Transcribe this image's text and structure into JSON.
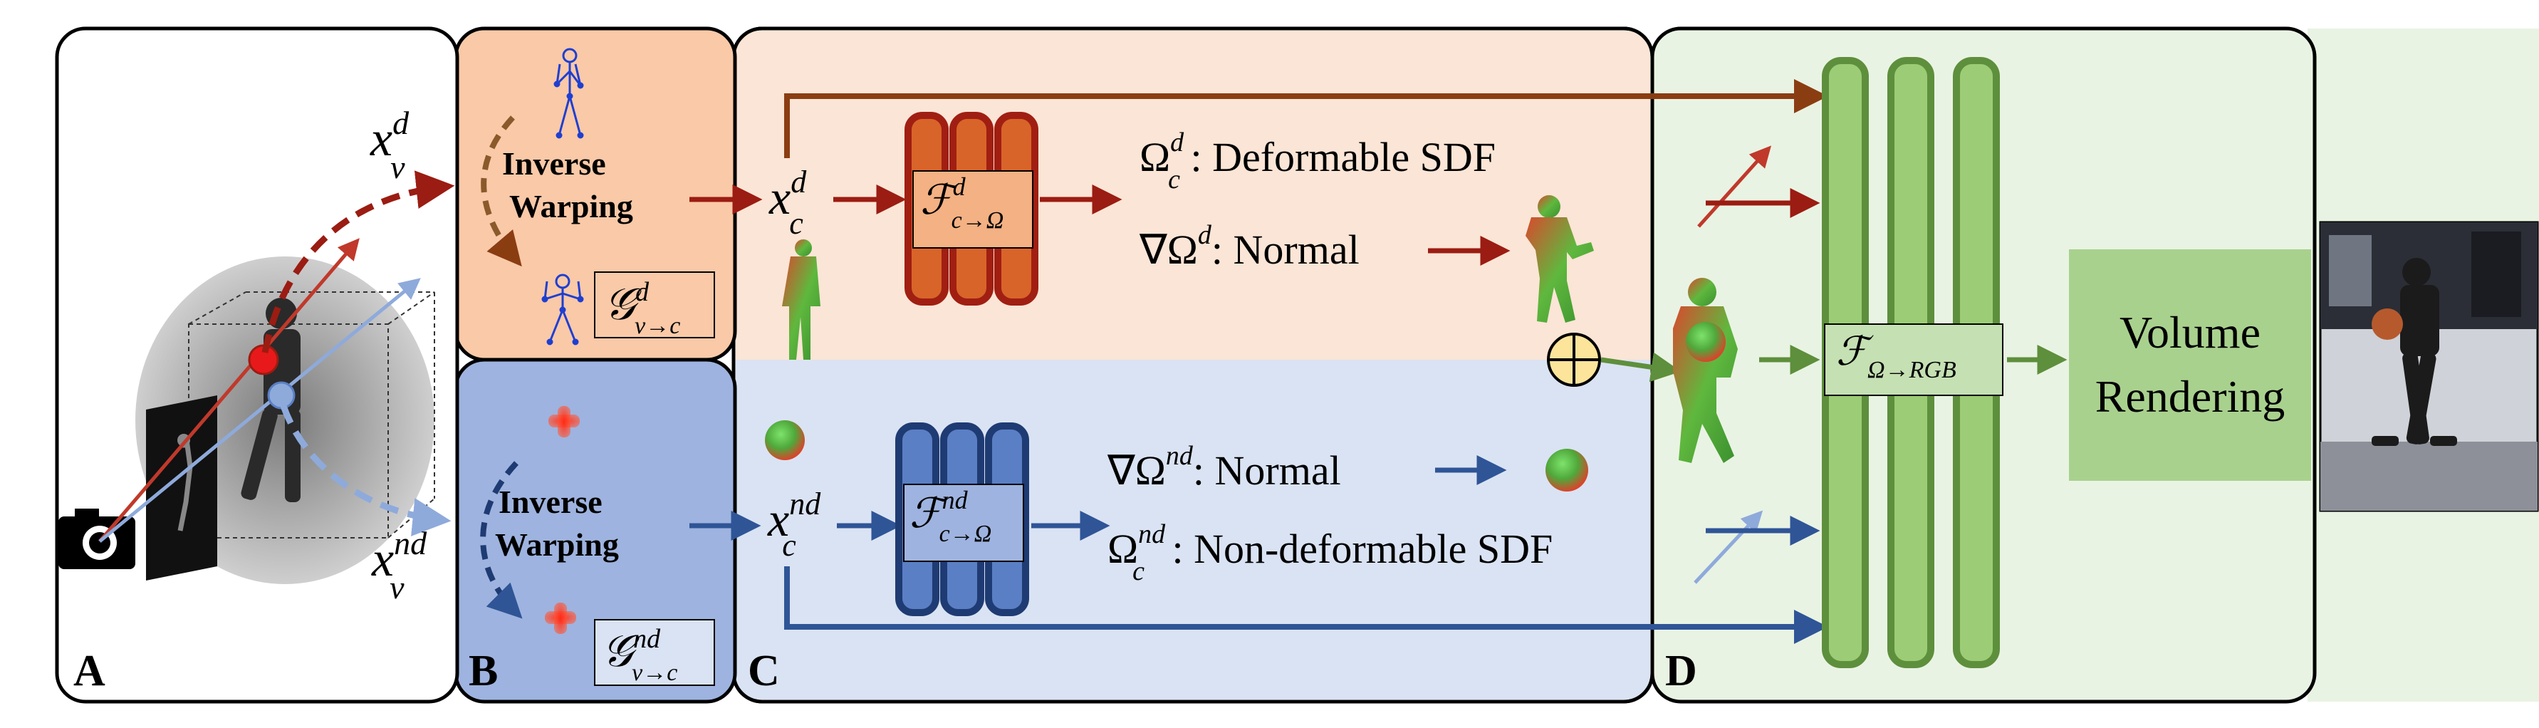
{
  "panels": {
    "a": {
      "letter": "A",
      "input_label_d": "x",
      "input_sup_d": "d",
      "input_sub_d": "v",
      "input_label_nd": "x",
      "input_sup_nd": "nd",
      "input_sub_nd": "v"
    },
    "b": {
      "letter": "B",
      "warp_label_line1": "Inverse",
      "warp_label_line2": "Warping",
      "warp_label2_line1": "Inverse",
      "warp_label2_line2": "Warping",
      "g_d_main": "𝒢",
      "g_d_sup": "d",
      "g_d_sub": "v→c",
      "g_nd_main": "𝒢",
      "g_nd_sup": "nd",
      "g_nd_sub": "v→c"
    },
    "c": {
      "letter": "C",
      "xc_d_main": "x",
      "xc_d_sup": "d",
      "xc_d_sub": "c",
      "xc_nd_main": "x",
      "xc_nd_sup": "nd",
      "xc_nd_sub": "c",
      "f_d_main": "ℱ",
      "f_d_sup": "d",
      "f_d_sub": "c→Ω",
      "f_nd_main": "ℱ",
      "f_nd_sup": "nd",
      "f_nd_sub": "c→Ω",
      "omega_d_main": "Ω",
      "omega_d_sup": "d",
      "omega_d_sub": "c",
      "omega_d_text": " : Deformable SDF",
      "grad_d_main": "∇Ω",
      "grad_d_sup": "d",
      "grad_d_text": ": Normal",
      "grad_nd_main": "∇Ω",
      "grad_nd_sup": "nd",
      "grad_nd_text": ": Normal",
      "omega_nd_main": "Ω",
      "omega_nd_sup": "nd",
      "omega_nd_sub": "c",
      "omega_nd_text": " : Non-deformable SDF"
    },
    "d": {
      "letter": "D",
      "f_rgb_main": "ℱ",
      "f_rgb_sub": "Ω→RGB",
      "volume_line1": "Volume",
      "volume_line2": "Rendering"
    }
  },
  "colors": {
    "deformable": "#9b1c12",
    "nondeformable": "#2f5597",
    "rgb": "#5e8f3c",
    "deform_bg": "#f9c9a8",
    "nondeform_bg": "#9eb3df",
    "net_d_outer": "#a01f12",
    "net_d_inner": "#d9642a",
    "net_nd_outer": "#1f3b73",
    "net_nd_inner": "#5a7fc4",
    "net_rgb": "#9ccc75"
  }
}
